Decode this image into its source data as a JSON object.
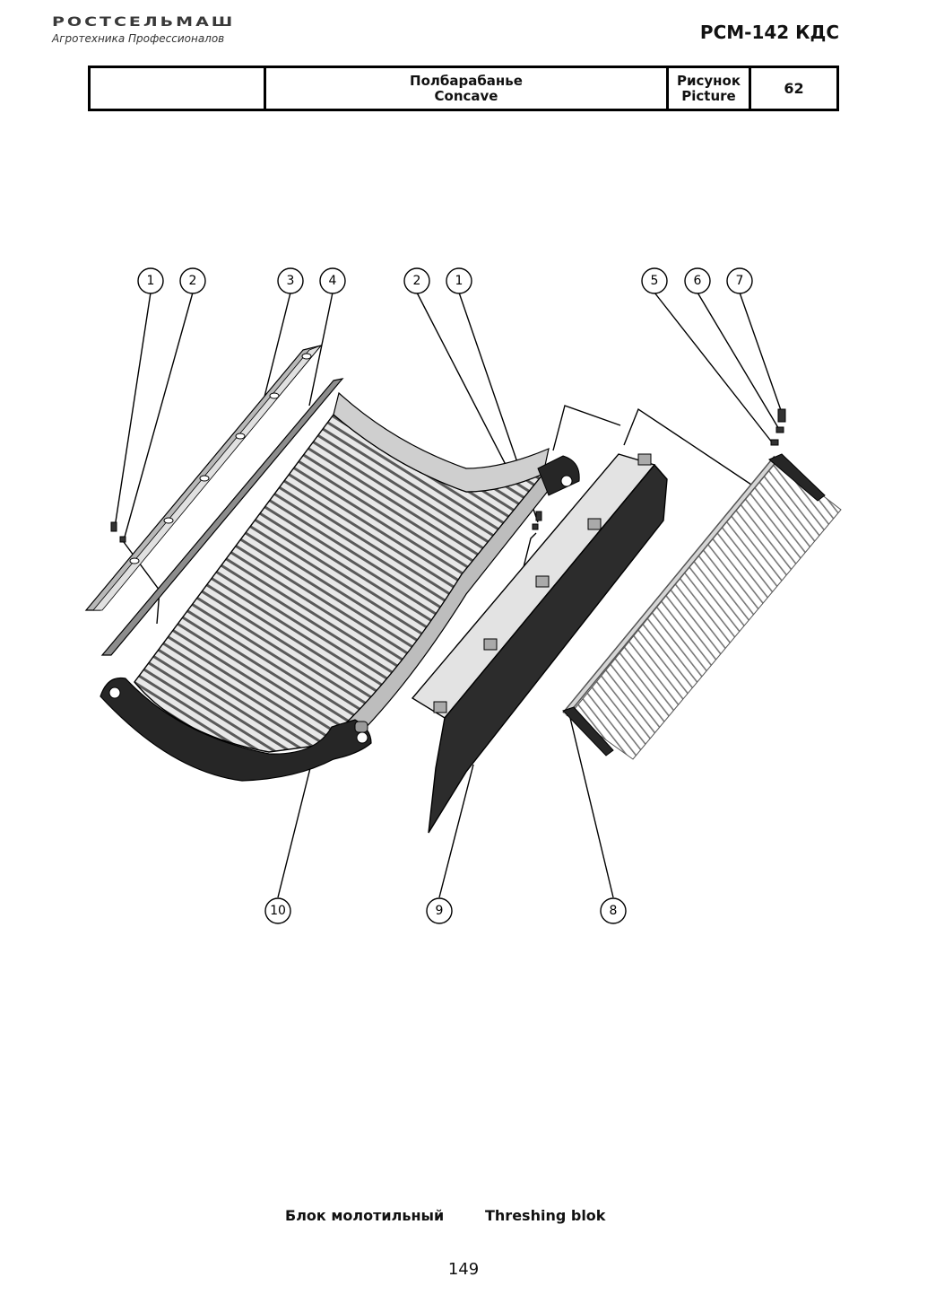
{
  "header": {
    "brand_name": "РОСТСЕЛЬМАШ",
    "brand_tagline": "Агротехника Профессионалов",
    "model": "РСМ-142 КДС"
  },
  "title_block": {
    "title_ru": "Полбарабанье",
    "title_en": "Concave",
    "picture_label_ru": "Рисунок",
    "picture_label_en": "Picture",
    "picture_number": "62"
  },
  "callouts": [
    "1",
    "2",
    "3",
    "4",
    "2",
    "1",
    "5",
    "6",
    "7",
    "10",
    "9",
    "8"
  ],
  "caption": {
    "ru": "Блок молотильный",
    "en": "Threshing blok"
  },
  "page_number": "149",
  "colors": {
    "ink": "#000000",
    "frame_dark": "#262626",
    "metal_light": "#d6d6d6",
    "metal_mid": "#9a9a9a"
  }
}
